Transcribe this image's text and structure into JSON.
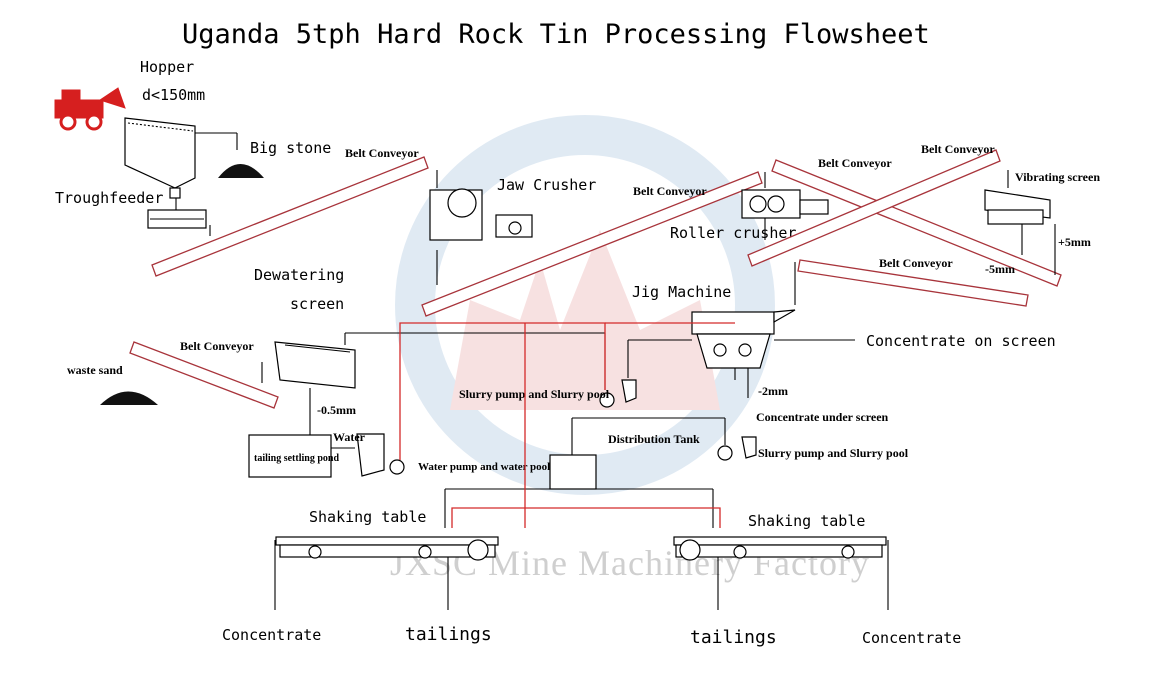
{
  "title": "Uganda 5tph Hard Rock Tin Processing Flowsheet",
  "watermark": "JXSC Mine Machinery Factory",
  "labels": {
    "hopper": "Hopper",
    "hopper_size": "d<150mm",
    "big_stone": "Big stone",
    "troughfeeder": "Troughfeeder",
    "belt_conveyor_1": "Belt Conveyor",
    "jaw_crusher": "Jaw Crusher",
    "belt_conveyor_2": "Belt Conveyor",
    "belt_conveyor_3": "Belt Conveyor",
    "belt_conveyor_4": "Belt Conveyor",
    "vibrating_screen": "Vibrating screen",
    "roller_crusher": "Roller crusher",
    "plus_5mm": "+5mm",
    "minus_5mm": "-5mm",
    "belt_conveyor_5": "Belt Conveyor",
    "jig_machine": "Jig Machine",
    "dewatering_screen_1": "Dewatering",
    "dewatering_screen_2": "screen",
    "belt_conveyor_6": "Belt Conveyor",
    "waste_sand": "waste sand",
    "concentrate_on_screen": "Concentrate on screen",
    "minus_2mm": "-2mm",
    "concentrate_under_screen": "Concentrate under screen",
    "slurry_pump_pool_1": "Slurry pump and Slurry pool",
    "slurry_pump_pool_2": "Slurry pump and Slurry pool",
    "distribution_tank": "Distribution Tank",
    "minus_0_5mm": "-0.5mm",
    "water": "Water",
    "tailing_settling_pond": "tailing settling pond",
    "water_pump_pool": "Water pump and water pool",
    "shaking_table_left": "Shaking table",
    "shaking_table_right": "Shaking table",
    "concentrate_left": "Concentrate",
    "tailings_left": "tailings",
    "tailings_right": "tailings",
    "concentrate_right": "Concentrate"
  },
  "colors": {
    "line": "#000000",
    "water_line": "#d42a2a",
    "belt": "#a8343b",
    "loader": "#d61f1f",
    "watermark_ring": "#c7d9ea",
    "watermark_text": "#cfcfcf"
  }
}
